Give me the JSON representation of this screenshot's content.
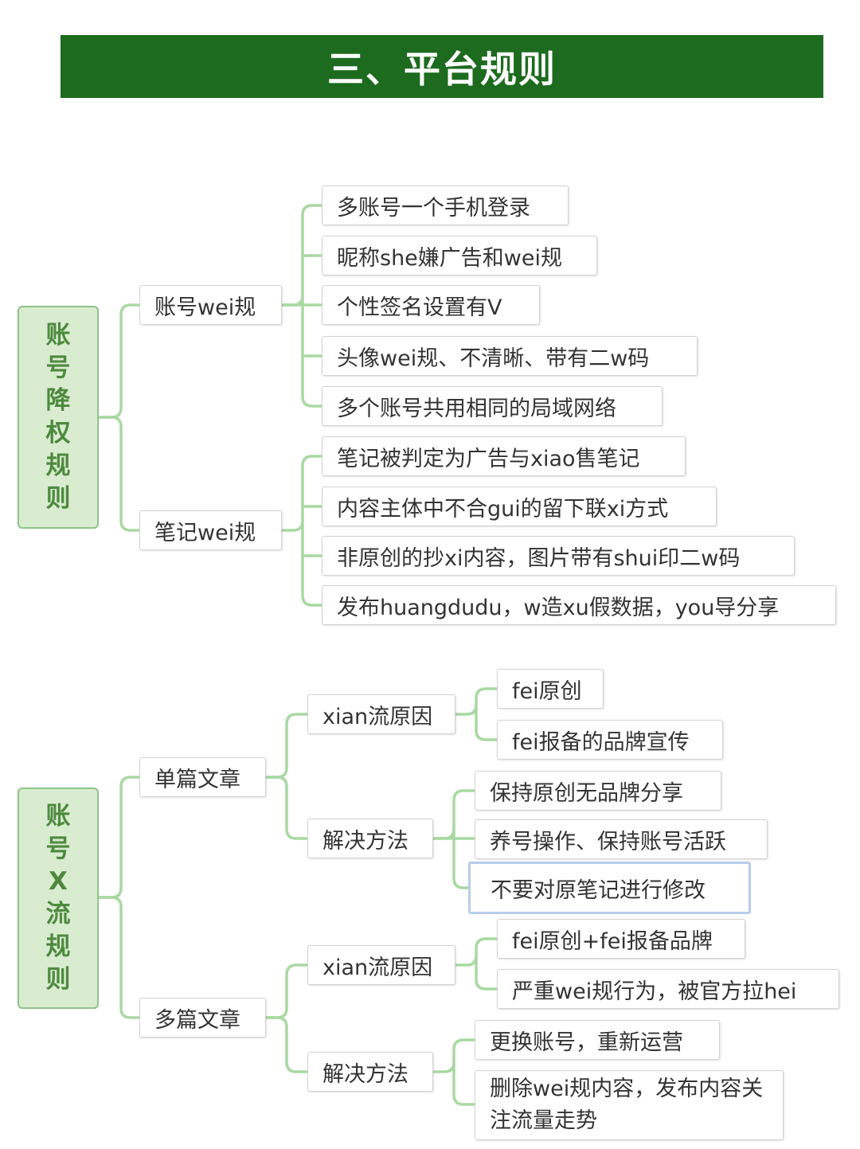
{
  "banner": {
    "title": "三、平台规则",
    "color": "#1d6b1f"
  },
  "colors": {
    "connector": "#a9d8a2",
    "root_fill": "#d9ecd0",
    "root_border": "#8dc489",
    "root_text": "#4e8a3e"
  },
  "tree1": {
    "root": "账号降权规则",
    "branch_a": {
      "label": "账号wei规",
      "items": [
        "多账号一个手机登录",
        "昵称she嫌广告和wei规",
        "个性签名设置有V",
        "头像wei规、不清晰、带有二w码",
        "多个账号共用相同的局域网络"
      ]
    },
    "branch_b": {
      "label": "笔记wei规",
      "items": [
        "笔记被判定为广告与xiao售笔记",
        "内容主体中不合gui的留下联xi方式",
        "非原创的抄xi内容，图片带有shui印二w码",
        "发布huangdudu，w造xu假数据，you导分享"
      ]
    }
  },
  "tree2": {
    "root": "账号X流规则",
    "single": {
      "label": "单篇文章",
      "reason": {
        "label": "xian流原因",
        "items": [
          "fei原创",
          "fei报备的品牌宣传"
        ]
      },
      "solution": {
        "label": "解决方法",
        "items": [
          "保持原创无品牌分享",
          "养号操作、保持账号活跃",
          "不要对原笔记进行修改"
        ]
      }
    },
    "multi": {
      "label": "多篇文章",
      "reason": {
        "label": "xian流原因",
        "items": [
          "fei原创+fei报备品牌",
          "严重wei规行为，被官方拉hei"
        ]
      },
      "solution": {
        "label": "解决方法",
        "items": [
          "更换账号，重新运营",
          "删除wei规内容，发布内容关注流量走势"
        ]
      }
    }
  }
}
